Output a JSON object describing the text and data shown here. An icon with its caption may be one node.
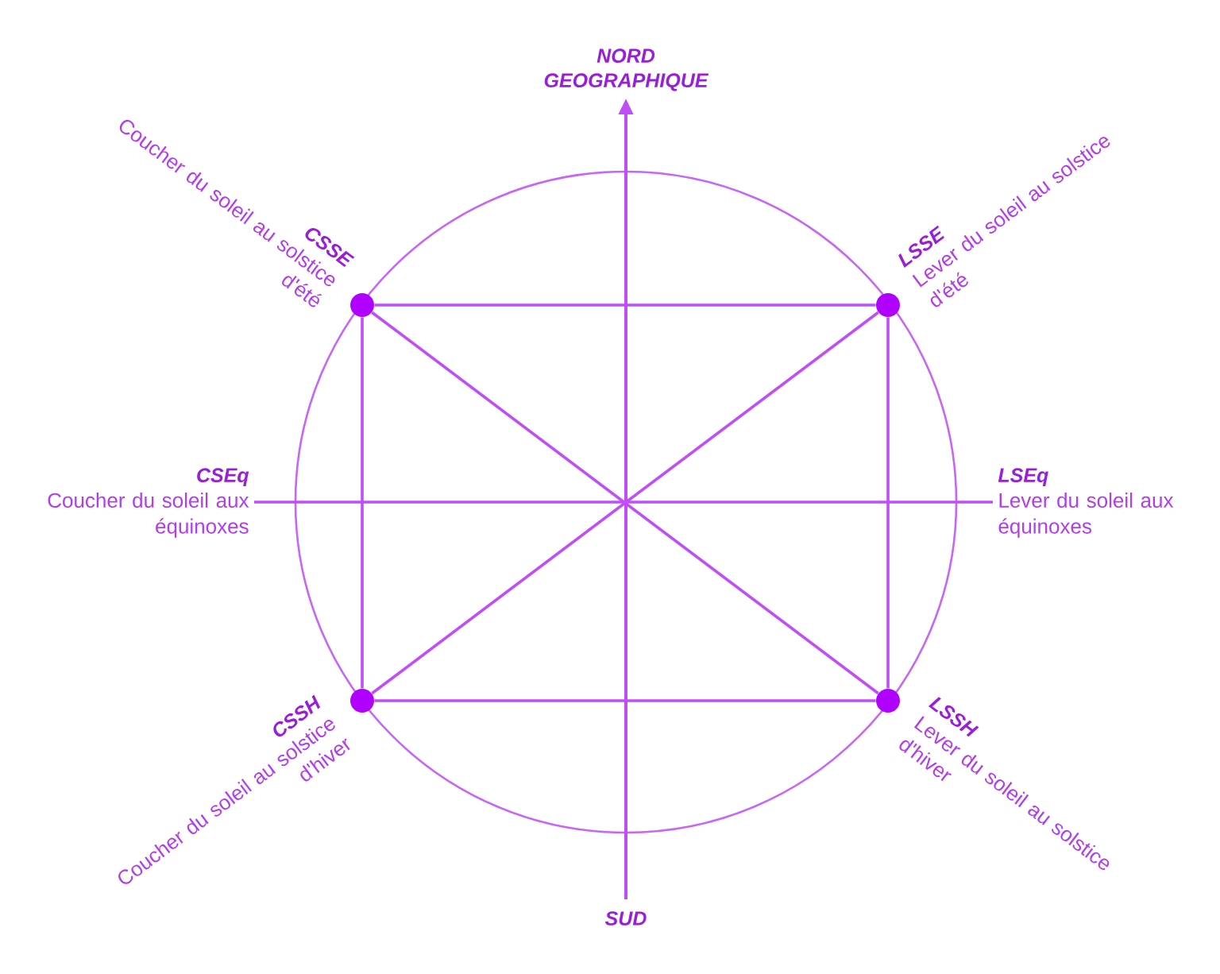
{
  "diagram": {
    "nodes": [
      {
        "text": [],
        "shape": "circle",
        "beside": [
          "CSSE",
          "Coucher du soleil au solstice d'été"
        ]
      },
      {
        "text": [],
        "shape": "circle",
        "beside": [
          "LSSE",
          "Lever du soleil au solstice d'été"
        ]
      },
      {
        "text": [
          "CSEq",
          "Coucher du soleil aux équinoxes"
        ]
      },
      {
        "text": [
          "LSEq",
          "Lever du soleil aux équinoxes"
        ]
      },
      {
        "text": [],
        "shape": "circle",
        "beside": [
          "CSSH",
          "Coucher du soleil au solstice d'hiver"
        ]
      },
      {
        "text": [],
        "shape": "circle",
        "beside": [
          "LSSH",
          "Lever du soleil au solstice d'hiver"
        ]
      }
    ],
    "edges": [
      {
        "from": 0,
        "to": 1,
        "arrow": "none"
      },
      {
        "from": 0,
        "to": 4,
        "arrow": "none"
      },
      {
        "from": 1,
        "to": 5,
        "arrow": "none"
      },
      {
        "from": 4,
        "to": 5,
        "arrow": "none"
      },
      {
        "from": 0,
        "to": 5,
        "arrow": "none"
      },
      {
        "from": 1,
        "to": 4,
        "arrow": "none"
      },
      {
        "from": 2,
        "to": 3,
        "arrow": "none"
      }
    ],
    "labels": [
      "NORD GEOGRAPHIQUE",
      "SUD"
    ]
  }
}
